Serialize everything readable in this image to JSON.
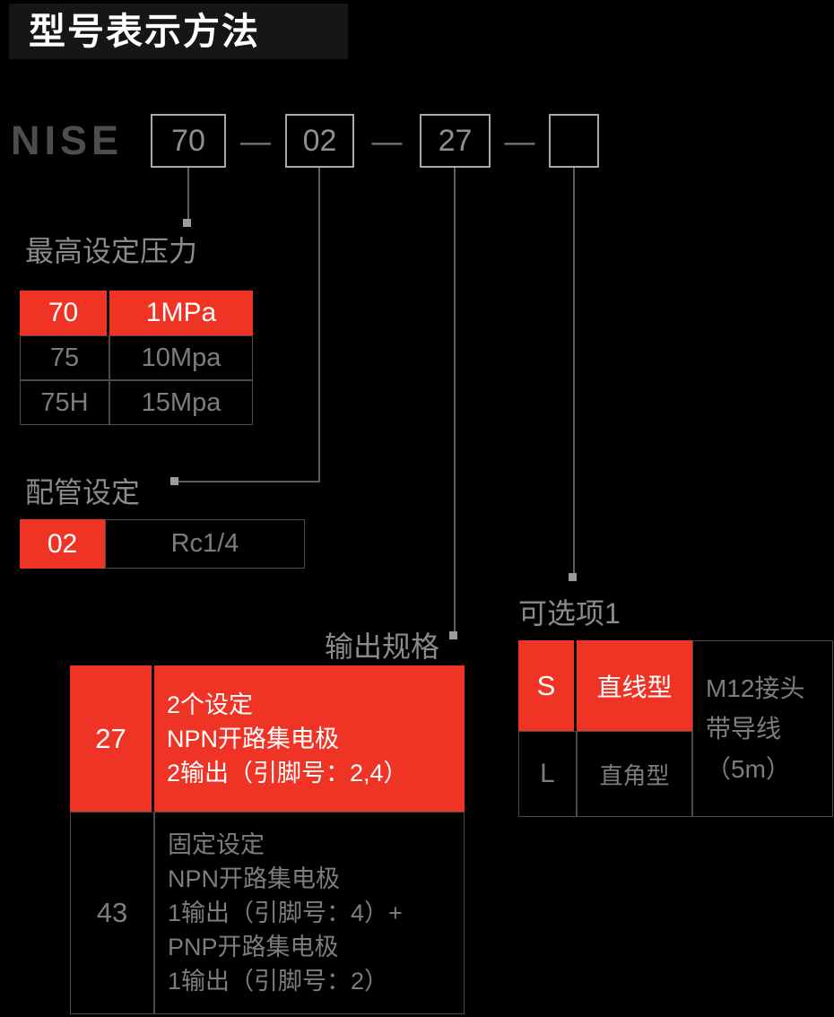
{
  "title": "型号表示方法",
  "model": {
    "prefix": "NISE",
    "separator": "—",
    "segments": [
      "70",
      "02",
      "27",
      ""
    ]
  },
  "sections": {
    "pressure": {
      "label": "最高设定压力",
      "rows": [
        {
          "code": "70",
          "value": "1MPa"
        },
        {
          "code": "75",
          "value": "10Mpa"
        },
        {
          "code": "75H",
          "value": "15Mpa"
        }
      ]
    },
    "piping": {
      "label": "配管设定",
      "rows": [
        {
          "code": "02",
          "value": "Rc1/4"
        }
      ]
    },
    "output": {
      "label": "输出规格",
      "rows": [
        {
          "code": "27",
          "text": "2个设定\nNPN开路集电极\n2输出（引脚号：2,4）"
        },
        {
          "code": "43",
          "text": "固定设定\nNPN开路集电极\n1输出（引脚号：4）+\nPNP开路集电极\n1输出（引脚号：2）"
        }
      ]
    },
    "option1": {
      "label": "可选项1",
      "rows": [
        {
          "code": "S",
          "value": "直线型"
        },
        {
          "code": "L",
          "value": "直角型"
        }
      ],
      "note": "M12接头\n带导线\n（5m）"
    }
  },
  "colors": {
    "background": "#000000",
    "highlight_red": "#ef3325",
    "text_gray": "#7d7d7d",
    "border_gray": "#4a4a4a",
    "white": "#ffffff"
  }
}
